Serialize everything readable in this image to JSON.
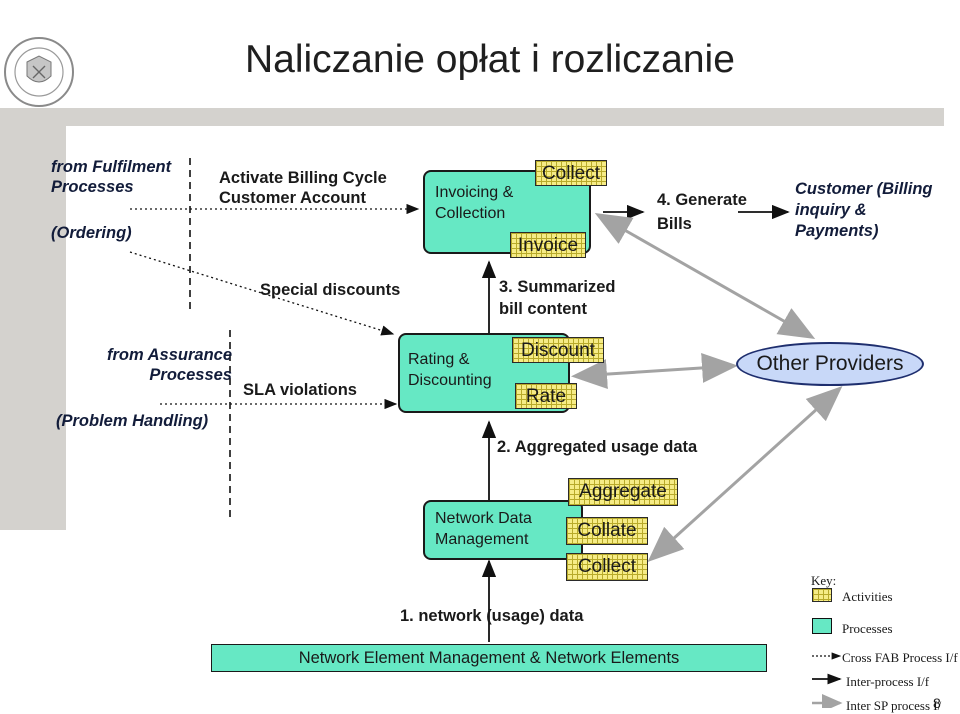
{
  "title": "Naliczanie opłat i rozliczanie",
  "logo_icon": "university-seal-icon",
  "left": {
    "fulfilment": "from Fulfilment Processes",
    "ordering": "(Ordering)",
    "assurance": "from Assurance Processes",
    "problem": "(Problem Handling)"
  },
  "labels": {
    "activate": "Activate Billing Cycle Customer Account",
    "special": "Special discounts",
    "sla": "SLA violations",
    "generate": "4. Generate Bills",
    "summarized": "3. Summarized bill content",
    "aggregated": "2. Aggregated usage data",
    "network_usage": "1. network (usage) data",
    "customer": "Customer (Billing inquiry & Payments)"
  },
  "processes": {
    "invoicing": "Invoicing & Collection",
    "rating": "Rating & Discounting",
    "ndm": "Network Data Management",
    "nem": "Network Element Management & Network Elements",
    "other": "Other Providers"
  },
  "activities": {
    "collect1": "Collect",
    "invoice": "Invoice",
    "discount": "Discount",
    "rate": "Rate",
    "aggregate": "Aggregate",
    "collate": "Collate",
    "collect2": "Collect"
  },
  "key": {
    "title": "Key:",
    "activities": "Activities",
    "processes": "Processes",
    "cross": "Cross FAB Process I/f",
    "inter": "Inter-process I/f",
    "intersp": "Inter SP process I/",
    "page": "8"
  },
  "colors": {
    "process_fill": "#66e8c4",
    "activity_fill": "#f6ec86",
    "other_fill": "#c8d8f8",
    "grey_arrow": "#a3a3a3"
  }
}
